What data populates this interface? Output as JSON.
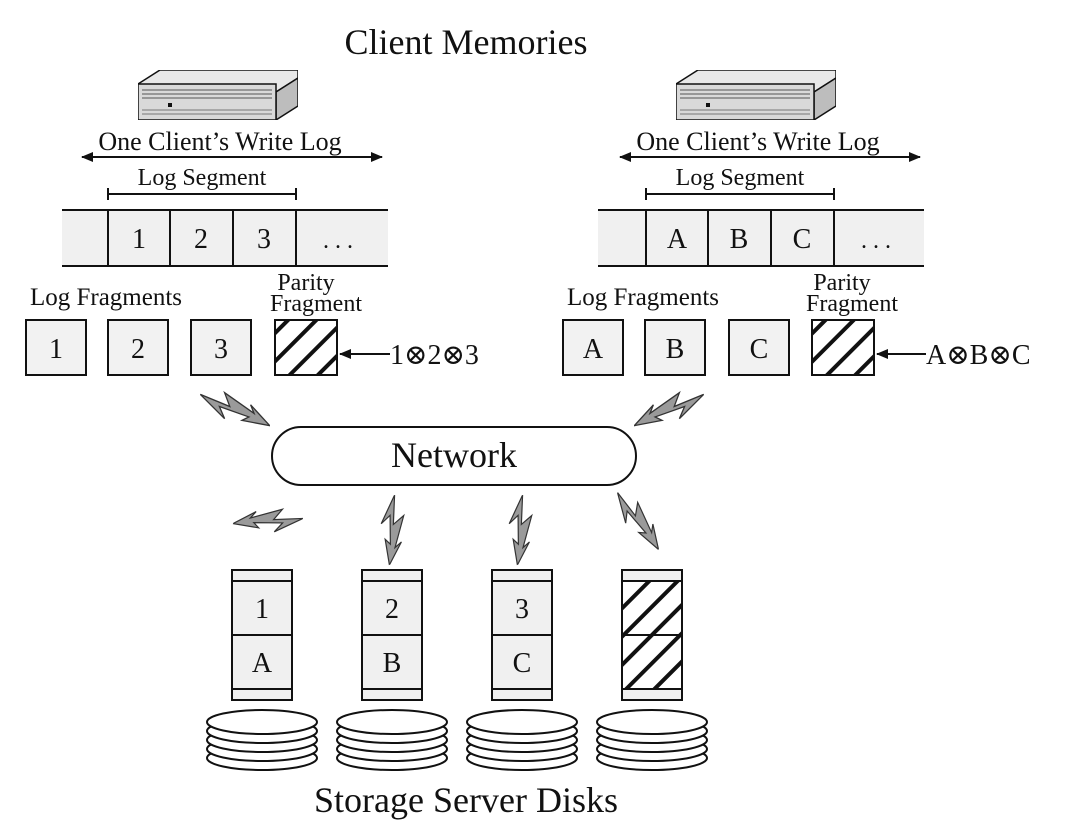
{
  "title": "Client Memories",
  "footer": "Storage Server Disks",
  "network_label": "Network",
  "clients": [
    {
      "write_log_label": "One Client’s Write Log",
      "segment_label": "Log Segment",
      "log_cells": [
        "1",
        "2",
        "3",
        ". . ."
      ],
      "fragments_label": "Log Fragments",
      "parity_label_line1": "Parity",
      "parity_label_line2": "Fragment",
      "fragments": [
        "1",
        "2",
        "3"
      ],
      "parity_formula": "1⊗2⊗3"
    },
    {
      "write_log_label": "One Client’s Write Log",
      "segment_label": "Log Segment",
      "log_cells": [
        "A",
        "B",
        "C",
        ". . ."
      ],
      "fragments_label": "Log Fragments",
      "parity_label_line1": "Parity",
      "parity_label_line2": "Fragment",
      "fragments": [
        "A",
        "B",
        "C"
      ],
      "parity_formula": "A⊗B⊗C"
    }
  ],
  "servers": [
    {
      "top": "1",
      "bottom": "A"
    },
    {
      "top": "2",
      "bottom": "B"
    },
    {
      "top": "3",
      "bottom": "C"
    },
    {
      "top": "",
      "bottom": ""
    }
  ],
  "colors": {
    "parity_hatch": "#111111",
    "bolt_fill": "#9a9a9a",
    "cell_fill": "#f0f0f0"
  },
  "icons": [
    "server-icon",
    "lightning-arrow-icon",
    "disk-stack-icon"
  ]
}
